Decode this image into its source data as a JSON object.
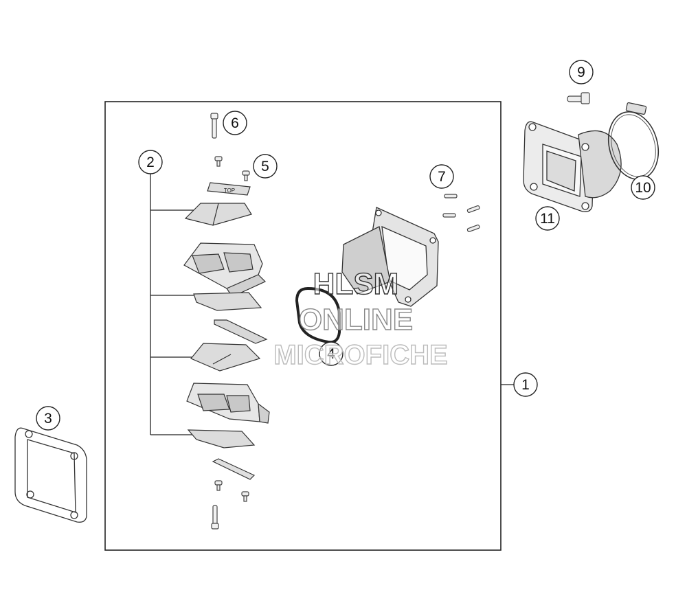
{
  "callouts": {
    "c1": "1",
    "c2": "2",
    "c3": "3",
    "c4": "4",
    "c5": "5",
    "c6": "6",
    "c7": "7",
    "c9": "9",
    "c10": "10",
    "c11": "11"
  },
  "part_labels": {
    "top_mark": "TOP"
  },
  "watermark": {
    "line1": "HLSM",
    "line2": "ONLINE",
    "line3": "MICROFICHE"
  }
}
